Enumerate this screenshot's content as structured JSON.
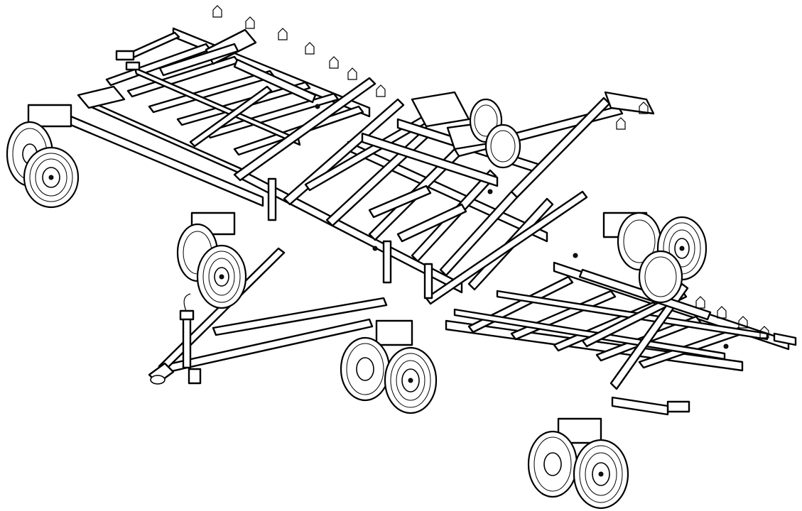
{
  "figure": {
    "subject": "",
    "background": "#ffffff",
    "line_color": "#000000"
  },
  "parts": {
    "wheel_assemblies": [
      {
        "id": "left-wing-outer-wheels",
        "pairs": 2
      },
      {
        "id": "left-center-wheels",
        "pairs": 2
      },
      {
        "id": "front-center-wheels",
        "pairs": 2
      },
      {
        "id": "rear-center-wheels",
        "pairs": 2
      },
      {
        "id": "right-center-wheels",
        "pairs": 2
      },
      {
        "id": "right-wing-outer-wheels",
        "pairs": 2
      }
    ],
    "frame_sections": [
      "left-wing-frame",
      "center-frame",
      "right-wing-frame"
    ],
    "hitch": "tongue-hitch",
    "jack": "parking-jack"
  }
}
